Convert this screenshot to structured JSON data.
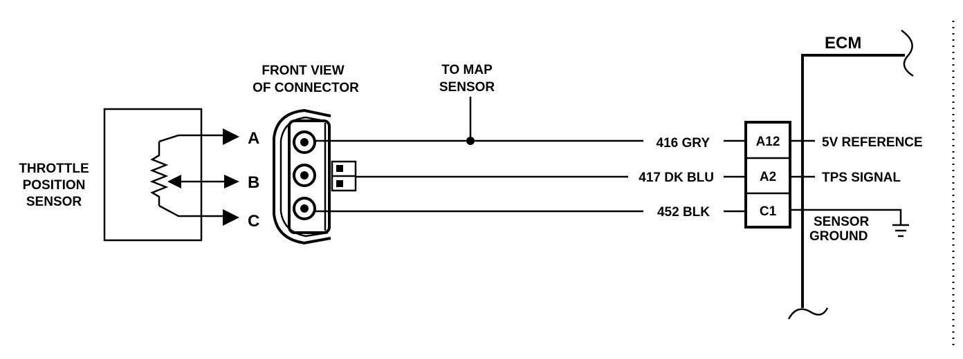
{
  "sensor": {
    "label_lines": [
      "THROTTLE",
      "POSITION",
      "SENSOR"
    ],
    "pins": [
      "A",
      "B",
      "C"
    ]
  },
  "connector": {
    "label_lines": [
      "FRONT VIEW",
      "OF CONNECTOR"
    ]
  },
  "map_sensor": {
    "label_lines": [
      "TO MAP",
      "SENSOR"
    ]
  },
  "wires": [
    {
      "label": "416 GRY"
    },
    {
      "label": "417 DK BLU"
    },
    {
      "label": "452 BLK"
    }
  ],
  "ecm": {
    "title": "ECM",
    "terminals": [
      {
        "id": "A12",
        "function": "5V REFERENCE"
      },
      {
        "id": "A2",
        "function": "TPS SIGNAL"
      },
      {
        "id": "C1",
        "function": ""
      }
    ],
    "ground_label_lines": [
      "SENSOR",
      "GROUND"
    ]
  }
}
